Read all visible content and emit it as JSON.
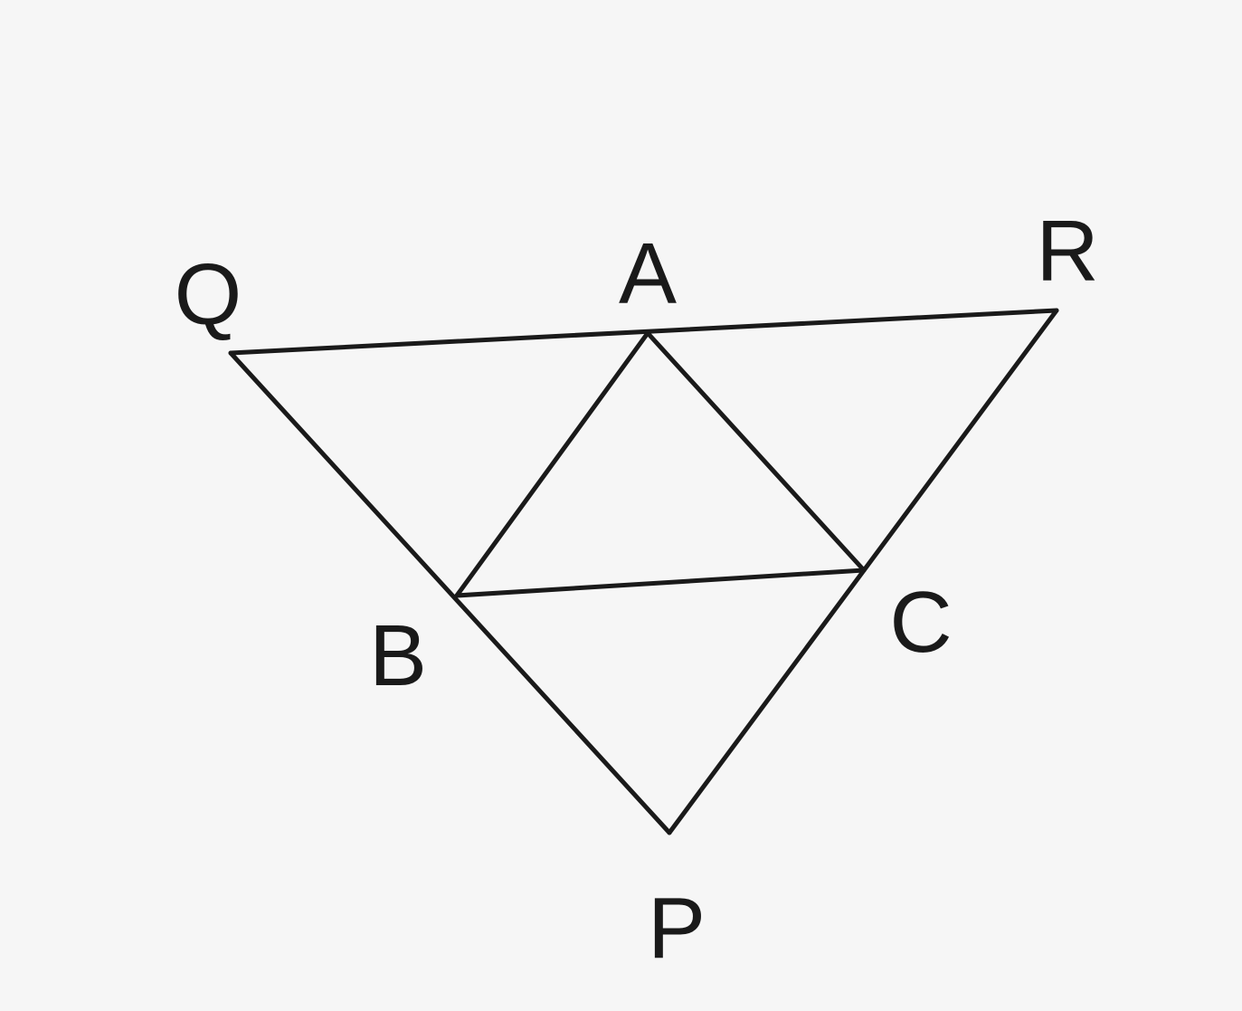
{
  "points": {
    "Q": {
      "label": "Q"
    },
    "A": {
      "label": "A"
    },
    "R": {
      "label": "R"
    },
    "B": {
      "label": "B"
    },
    "C": {
      "label": "C"
    },
    "P": {
      "label": "P"
    }
  },
  "segments": [
    [
      "Q",
      "R"
    ],
    [
      "Q",
      "P"
    ],
    [
      "R",
      "P"
    ],
    [
      "A",
      "B"
    ],
    [
      "A",
      "C"
    ],
    [
      "B",
      "C"
    ]
  ],
  "colors": {
    "stroke": "#1a1a1a",
    "background": "#f6f6f6"
  }
}
